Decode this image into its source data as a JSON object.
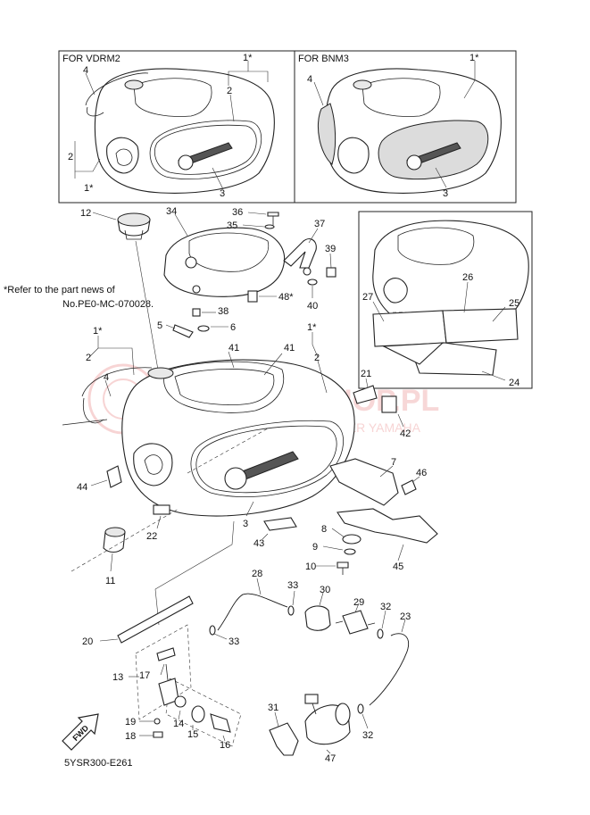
{
  "frames": {
    "vdrm2_title": "FOR VDRM2",
    "bnm3_title": "FOR BNM3"
  },
  "note": {
    "line1": "*Refer to the part news of",
    "line2": "No.PE0-MC-070028."
  },
  "diagram_code": "5YSR300-E261",
  "fwd_label": "FWD",
  "watermark": {
    "main": "YAMAHA-SHOP.PL",
    "sub": "WOJCIECHOWSKI DEALER YAMAHA"
  },
  "callouts": {
    "vdrm2_1": "1*",
    "vdrm2_2a": "2",
    "vdrm2_2b": "2",
    "vdrm2_4": "4",
    "vdrm2_1b": "1*",
    "vdrm2_3": "3",
    "bnm3_1": "1*",
    "bnm3_4": "4",
    "bnm3_3": "3",
    "c12": "12",
    "c34": "34",
    "c36": "36",
    "c35": "35",
    "c37": "37",
    "c39": "39",
    "c40": "40",
    "c48": "48*",
    "c38": "38",
    "c5": "5",
    "c6": "6",
    "c41a": "41",
    "c41b": "41",
    "c1a": "1*",
    "c2a": "2",
    "c4": "4",
    "c1b": "1*",
    "c2b": "2",
    "c21": "21",
    "c42": "42",
    "c7": "7",
    "c46": "46",
    "c44": "44",
    "c22": "22",
    "c3": "3",
    "c43": "43",
    "c8": "8",
    "c9": "9",
    "c10": "10",
    "c45": "45",
    "c11": "11",
    "c28": "28",
    "c33a": "33",
    "c30": "30",
    "c29": "29",
    "c32a": "32",
    "c23": "23",
    "c20": "20",
    "c33b": "33",
    "c13": "13",
    "c17": "17",
    "c19": "19",
    "c18": "18",
    "c14": "14",
    "c15": "15",
    "c16": "16",
    "c31": "31",
    "c47": "47",
    "c32b": "32",
    "c26": "26",
    "c27": "27",
    "c25": "25",
    "c24": "24"
  }
}
